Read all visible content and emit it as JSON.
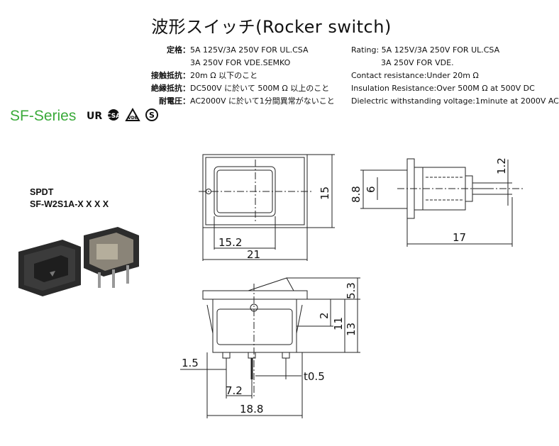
{
  "title": "波形スイッチ(Rocker switch)",
  "specs_jp": [
    {
      "key": "定格：",
      "value": "5A 125V/3A 250V FOR UL.CSA"
    },
    {
      "key": "",
      "value": "3A 250V FOR VDE.SEMKO"
    },
    {
      "key": "接触抵抗：",
      "value": "20m Ω 以下のこと"
    },
    {
      "key": "絶縁抵抗：",
      "value": "DC500V に於いて 500M Ω 以上のこと"
    },
    {
      "key": "耐電圧：",
      "value": "AC2000V に於いて1分間異常がないこと"
    }
  ],
  "specs_en": [
    "Rating: 5A 125V/3A 250V FOR UL.CSA",
    "            3A 250V FOR VDE.",
    "Contact resistance:Under 20m Ω",
    "Insulation Resistance:Over 500M Ω  at 500V DC",
    "Dielectric withstanding voltage:1minute at 2000V AC"
  ],
  "series": "SF-Series",
  "certs": [
    "UR",
    "CSA",
    "VDE",
    "S"
  ],
  "model": {
    "type": "SPDT",
    "number": "SF-W2S1A-X X X X"
  },
  "dimensions": {
    "front_width_inner": "15.2",
    "front_width_outer": "21",
    "front_height": "15",
    "side_h1": "8.8",
    "side_h2": "6",
    "side_top": "1.2",
    "side_depth": "17",
    "bottom_top": "5.3",
    "bottom_2": "2",
    "bottom_11": "11",
    "bottom_13": "13",
    "pin_left": "1.5",
    "pin_t": "t0.5",
    "pin_spacing": "7.2",
    "body_width": "18.8"
  }
}
